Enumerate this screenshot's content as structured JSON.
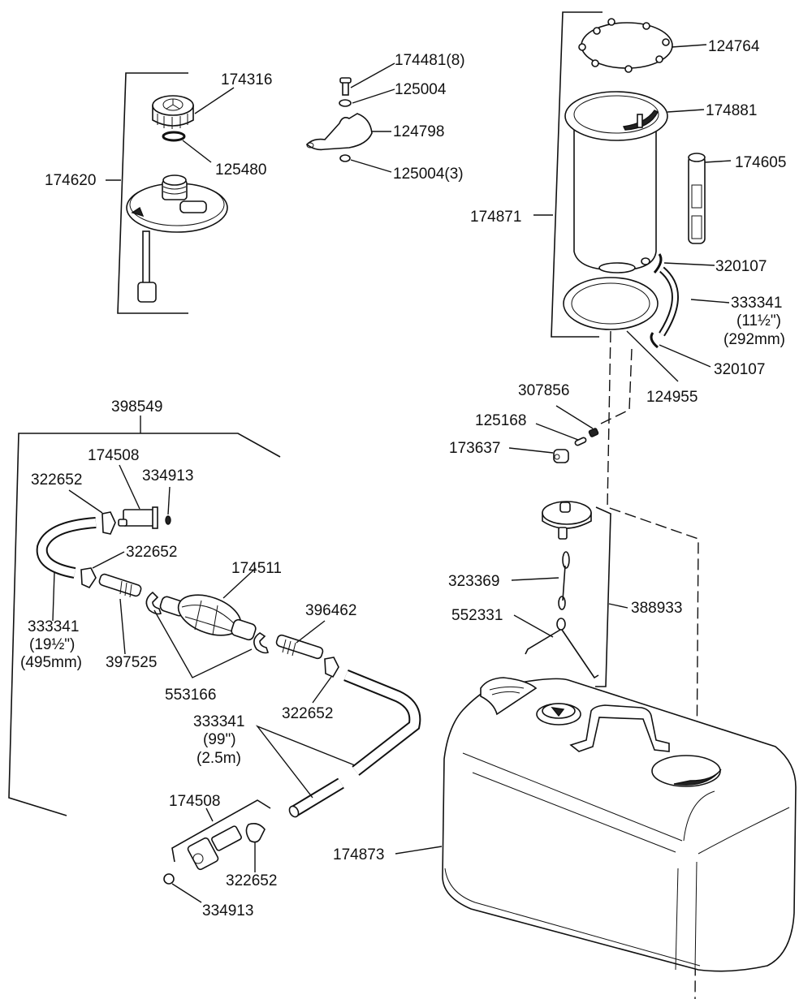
{
  "diagram": {
    "type": "exploded-parts-diagram",
    "subject": "Portable fuel tank assembly",
    "assemblies": {
      "filler_cap_gauge": "174620",
      "pickup_tube": "174871",
      "primer_hose": "398549",
      "fuel_connector": "174508",
      "vent_cap": "388933"
    },
    "labels": {
      "p174316": "174316",
      "p125480": "125480",
      "p174620": "174620",
      "p174481": "174481(8)",
      "p125004a": "125004",
      "p124798": "124798",
      "p125004b": "125004(3)",
      "p124764": "124764",
      "p174881": "174881",
      "p174605": "174605",
      "p174871": "174871",
      "p320107a": "320107",
      "p333341a": "333341",
      "p333341a_len_in": "(11½\")",
      "p333341a_len_mm": "(292mm)",
      "p320107b": "320107",
      "p124955": "124955",
      "p307856": "307856",
      "p125168": "125168",
      "p173637": "173637",
      "p398549": "398549",
      "p174508a": "174508",
      "p334913a": "334913",
      "p322652a": "322652",
      "p322652b": "322652",
      "p174511": "174511",
      "p333341b": "333341",
      "p333341b_len_in": "(19½\")",
      "p333341b_len_mm": "(495mm)",
      "p397525": "397525",
      "p553166": "553166",
      "p396462": "396462",
      "p322652c": "322652",
      "p333341c": "333341",
      "p333341c_len_in": "(99\")",
      "p333341c_len_m": "(2.5m)",
      "p174508b": "174508",
      "p322652d": "322652",
      "p334913b": "334913",
      "p323369": "323369",
      "p552331": "552331",
      "p388933": "388933",
      "p174873": "174873"
    }
  }
}
